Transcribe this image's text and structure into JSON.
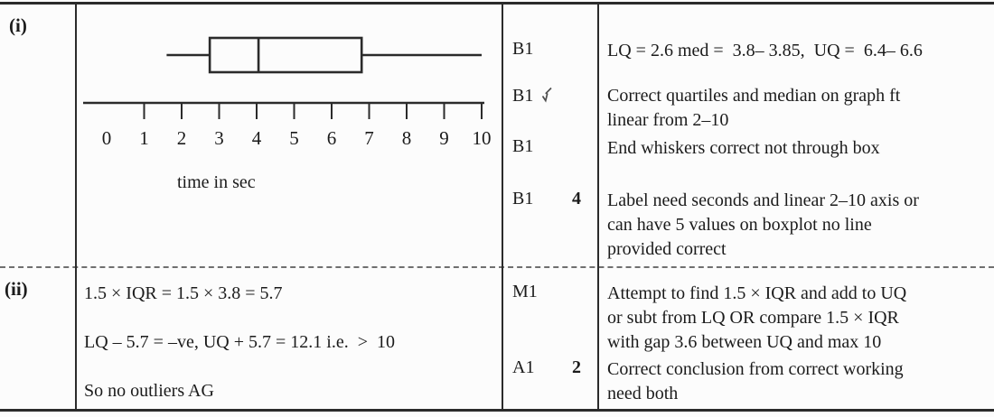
{
  "colors": {
    "ink": "#1b1b1b",
    "line": "#2b2b2b",
    "tick_mark": "#4f4f4f",
    "background": "#fcfcfc"
  },
  "rows": [
    {
      "label": "(i)",
      "marks": [
        {
          "code": "B1"
        },
        {
          "code": "B1",
          "tick": "follow-through-tick"
        },
        {
          "code": "B1"
        },
        {
          "code": "B1",
          "total": "4"
        }
      ],
      "comments": [
        "LQ = 2.6 med =  3.8– 3.85,  UQ =  6.4– 6.6",
        "Correct quartiles and median on graph ft\nlinear from 2–10",
        "End whiskers correct not through box",
        "Label need seconds and linear 2–10 axis or\ncan have 5 values on boxplot no line\nprovided correct"
      ]
    },
    {
      "label": "(ii)",
      "working": [
        "1.5 × IQR = 1.5 × 3.8 = 5.7",
        "LQ – 5.7 = –ve, UQ + 5.7 = 12.1 i.e.  >  10",
        "So no outliers AG"
      ],
      "marks": [
        {
          "code": "M1"
        },
        {
          "code": "A1",
          "total": "2"
        }
      ],
      "comments": [
        "Attempt to find 1.5 × IQR and add to UQ\nor subt from LQ OR compare 1.5 × IQR\nwith gap 3.6 between UQ and max 10",
        "Correct conclusion from correct working\nneed both"
      ]
    }
  ],
  "chart_data": {
    "type": "boxplot",
    "xlabel": "time in sec",
    "axis_ticks": [
      "0",
      "1",
      "2",
      "3",
      "4",
      "5",
      "6",
      "7",
      "8",
      "9",
      "10"
    ],
    "xlim": [
      0,
      10
    ],
    "values": {
      "min": 1.6,
      "q1": 2.75,
      "median": 4.05,
      "q3": 6.8,
      "max": 10
    },
    "grid": false
  }
}
